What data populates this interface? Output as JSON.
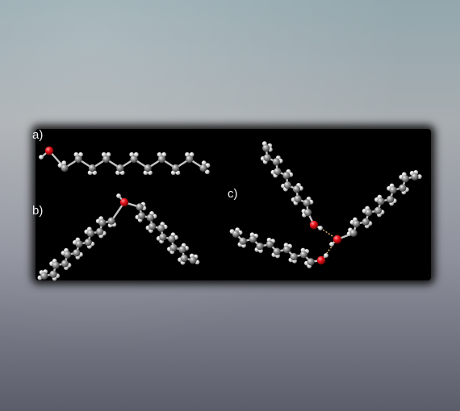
{
  "labels": {
    "a": "a)",
    "b": "b)",
    "c": "c)"
  },
  "colors": {
    "carbon": "#8c8c8c",
    "hydrogen": "#e9e9e9",
    "oxygen": "#e8141e",
    "bond": "#c4c4c4",
    "hbond": "#e0c070"
  }
}
